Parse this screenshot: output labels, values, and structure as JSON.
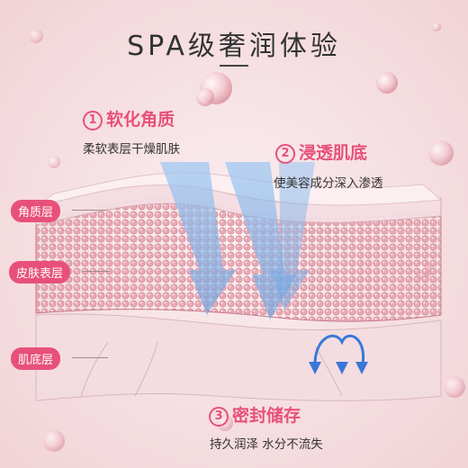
{
  "title": "SPA级奢润体验",
  "steps": [
    {
      "num": "1",
      "label": "软化角质",
      "desc": "柔软表层干燥肌肤"
    },
    {
      "num": "2",
      "label": "浸透肌底",
      "desc": "使美容成分深入渗透"
    },
    {
      "num": "3",
      "label": "密封储存",
      "desc": "持久润泽 水分不流失"
    }
  ],
  "layers": [
    "角质层",
    "皮肤表层",
    "肌底层"
  ],
  "colors": {
    "accent": "#e8507a",
    "background": "#f6e4e6",
    "arrow": "#7fb4ea"
  }
}
